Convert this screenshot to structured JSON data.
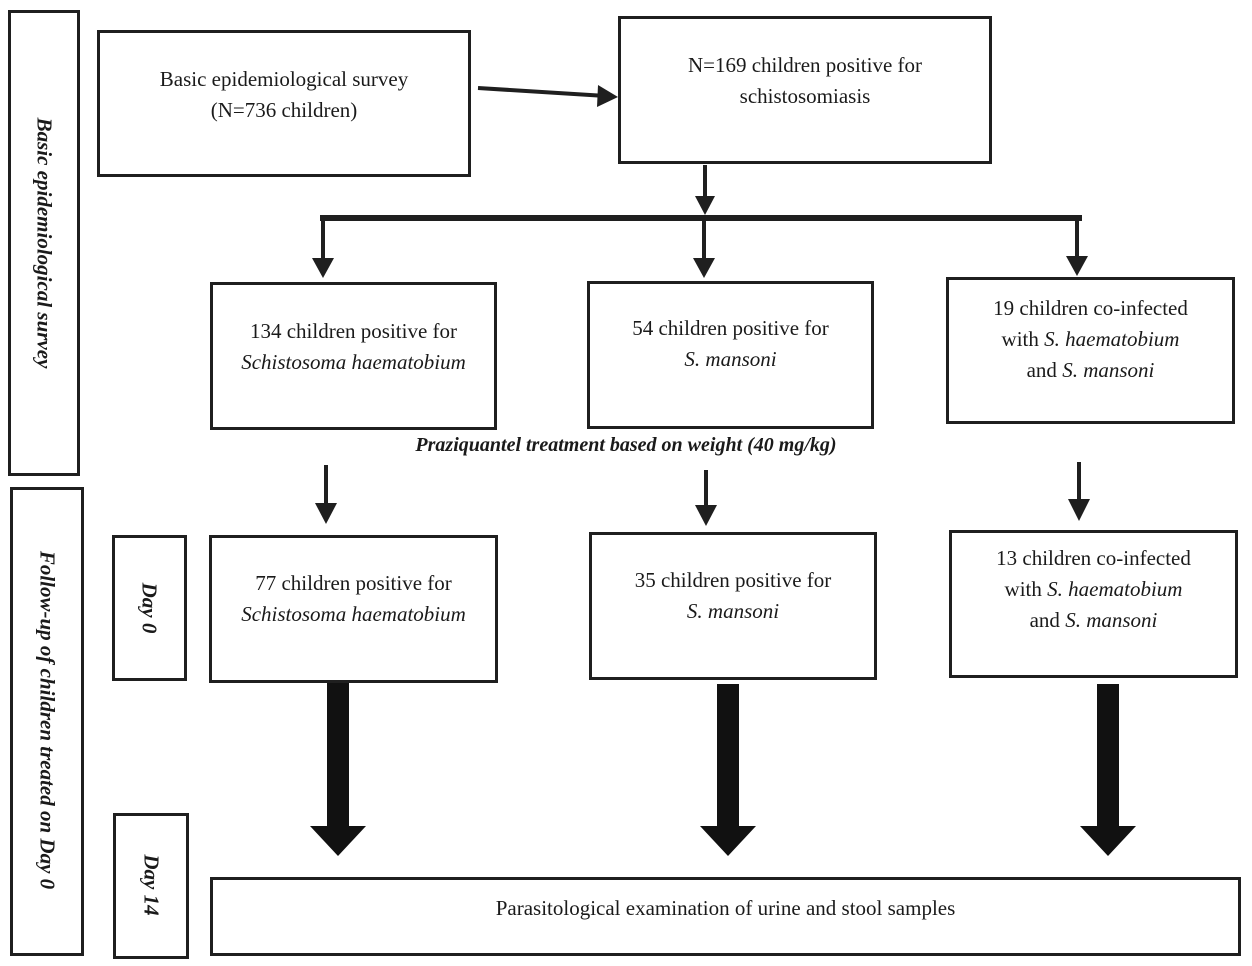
{
  "sidebar": {
    "survey_label": "Basic epidemiological survey",
    "followup_label": "Follow-up of children treated on Day 0",
    "day0_label": "Day 0",
    "day14_label": "Day 14"
  },
  "survey": {
    "line1": "Basic epidemiological survey",
    "line2": "(N=736 children)"
  },
  "positive": {
    "line1": "N=169 children positive for",
    "line2": "schistosomiasis"
  },
  "baseline": {
    "haematobium": {
      "line1": "134 children positive for",
      "line2": "Schistosoma haematobium"
    },
    "mansoni": {
      "line1": "54 children positive for",
      "line2": "S. mansoni"
    },
    "coinfected": {
      "line1": "19 children co-infected",
      "line2_pre": "with ",
      "line2_it": "S. haematobium",
      "line3_pre": "and ",
      "line3_it": "S. mansoni"
    }
  },
  "treatment": "Praziquantel treatment based on weight (40 mg/kg)",
  "day0": {
    "haematobium": {
      "line1": "77 children positive for",
      "line2": "Schistosoma haematobium"
    },
    "mansoni": {
      "line1": "35 children positive for",
      "line2": "S. mansoni"
    },
    "coinfected": {
      "line1": "13 children co-infected",
      "line2_pre": "with ",
      "line2_it": "S. haematobium",
      "line3_pre": "and ",
      "line3_it": "S. mansoni"
    }
  },
  "examination": "Parasitological examination of urine and stool samples"
}
